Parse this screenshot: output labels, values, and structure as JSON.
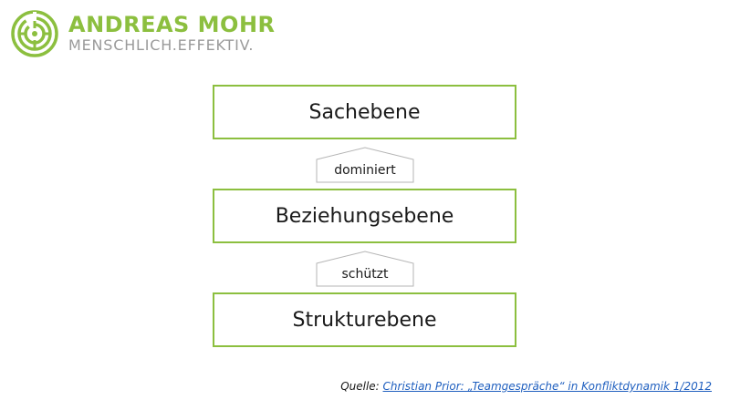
{
  "brand": {
    "name": "ANDREAS MOHR",
    "tagline": "MENSCHLICH.EFFEKTIV.",
    "logo_icon": "maze-logo-icon",
    "accent_color": "#8cbf3f",
    "tagline_color": "#9a9a9a"
  },
  "diagram": {
    "levels": [
      {
        "label": "Sachebene"
      },
      {
        "label": "Beziehungsebene"
      },
      {
        "label": "Strukturebene"
      }
    ],
    "connectors": [
      {
        "label": "dominiert"
      },
      {
        "label": "schützt"
      }
    ]
  },
  "source": {
    "prefix": "Quelle: ",
    "link_text": "Christian Prior: „Teamgespräche“ in Konfliktdynamik 1/2012",
    "link_color": "#1f5fbf"
  }
}
